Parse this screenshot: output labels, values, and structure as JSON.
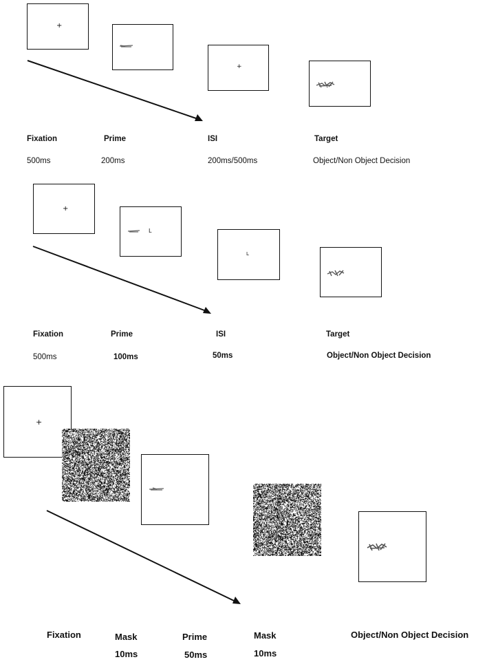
{
  "panel1": {
    "fixation_symbol": "+",
    "isi_symbol": "+",
    "labels": {
      "fixation": "Fixation",
      "prime": "Prime",
      "isi": "ISI",
      "target": "Target"
    },
    "durations": {
      "fixation": "500ms",
      "prime": "200ms",
      "isi": "200ms/500ms",
      "target": "Object/Non Object Decision"
    }
  },
  "panel2": {
    "fixation_symbol": "+",
    "prime_letter": "L",
    "isi_letter": "L",
    "labels": {
      "fixation": "Fixation",
      "prime": "Prime",
      "isi": "ISI",
      "target": "Target"
    },
    "durations": {
      "fixation": "500ms",
      "prime": "100ms",
      "isi": "50ms",
      "target": "Object/Non Object Decision"
    }
  },
  "panel3": {
    "fixation_symbol": "+",
    "labels": {
      "fixation": "Fixation",
      "mask1": "Mask",
      "prime": "Prime",
      "mask2": "Mask",
      "target": "Object/Non Object Decision"
    },
    "durations": {
      "mask1": "10ms",
      "prime": "50ms",
      "mask2": "10ms"
    }
  },
  "colors": {
    "stroke": "#111111",
    "background": "#ffffff"
  },
  "icons": {
    "arrow": "time-arrow-icon",
    "stimulus": "object-line-drawing-icon",
    "mask": "noise-mask-icon"
  }
}
